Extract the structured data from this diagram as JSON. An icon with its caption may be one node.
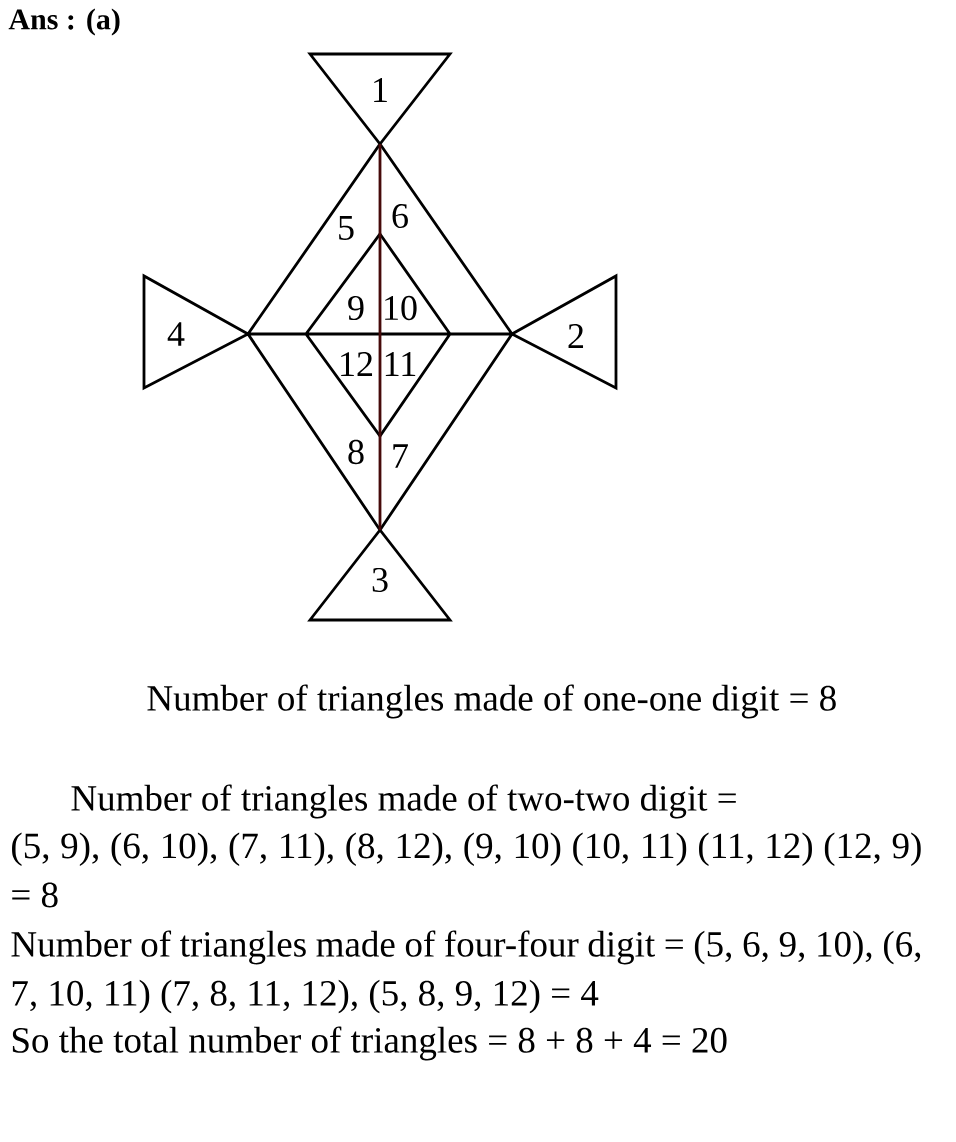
{
  "diagram": {
    "labels": [
      "Ans : (a)",
      "1",
      "5",
      "6",
      "4",
      "9",
      "10",
      "2",
      "12",
      "11",
      "8",
      "7",
      "3",
      "Number of triangles made of one-one digit = 8",
      "Number of triangles made of two-two digit =",
      "(5, 9), (6, 10), (7, 11), (8, 12), (9, 10) (10, 11) (11, 12) (12, 9) = 8",
      "Number of triangles made of four-four digit = (5, 6, 9, 10), (6, 7, 10, 11) (7, 8, 11, 12), (5, 8, 9, 12) = 4",
      "So the total number of triangles = 8 + 8 + 4 = 20"
    ]
  }
}
